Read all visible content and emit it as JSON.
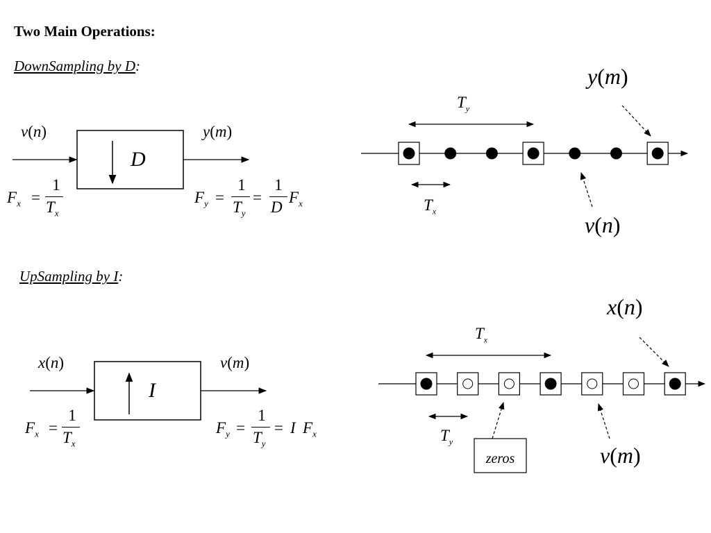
{
  "title": "Two Main Operations:",
  "downsampling": {
    "heading": "DownSampling by D",
    "heading_colon": ":",
    "input_var": "v",
    "input_arg": "n",
    "output_var": "y",
    "output_arg": "m",
    "block_label": "D",
    "fx": {
      "F": "F",
      "sub": "x",
      "eq": "=",
      "num": "1",
      "den_T": "T",
      "den_sub": "x"
    },
    "fy": {
      "F": "F",
      "sub": "y",
      "eq1": "=",
      "num1": "1",
      "den1_T": "T",
      "den1_sub": "y",
      "eq2": "=",
      "num2": "1",
      "den2": "D",
      "tail_F": "F",
      "tail_sub": "x"
    },
    "timeline": {
      "period_large_T": "T",
      "period_large_sub": "y",
      "period_small_T": "T",
      "period_small_sub": "x",
      "top_label_var": "y",
      "top_label_arg": "m",
      "bottom_label_var": "v",
      "bottom_label_arg": "n",
      "samples": [
        "boxed-filled",
        "filled",
        "filled",
        "boxed-filled",
        "filled",
        "filled",
        "boxed-filled"
      ]
    }
  },
  "upsampling": {
    "heading": "UpSampling by I",
    "heading_colon": ":",
    "input_var": "x",
    "input_arg": "n",
    "output_var": "v",
    "output_arg": "m",
    "block_label": "I",
    "fx": {
      "F": "F",
      "sub": "x",
      "eq": "=",
      "num": "1",
      "den_T": "T",
      "den_sub": "x"
    },
    "fy": {
      "F": "F",
      "sub": "y",
      "eq1": "=",
      "num1": "1",
      "den1_T": "T",
      "den1_sub": "y",
      "eq2": "=",
      "coef": "I",
      "tail_F": "F",
      "tail_sub": "x"
    },
    "timeline": {
      "period_large_T": "T",
      "period_large_sub": "x",
      "period_small_T": "T",
      "period_small_sub": "y",
      "top_label_var": "x",
      "top_label_arg": "n",
      "bottom_label_var": "v",
      "bottom_label_arg": "m",
      "zeros_label": "zeros",
      "samples": [
        "boxed-filled",
        "boxed-open",
        "boxed-open",
        "boxed-filled",
        "boxed-open",
        "boxed-open",
        "boxed-filled"
      ]
    }
  }
}
